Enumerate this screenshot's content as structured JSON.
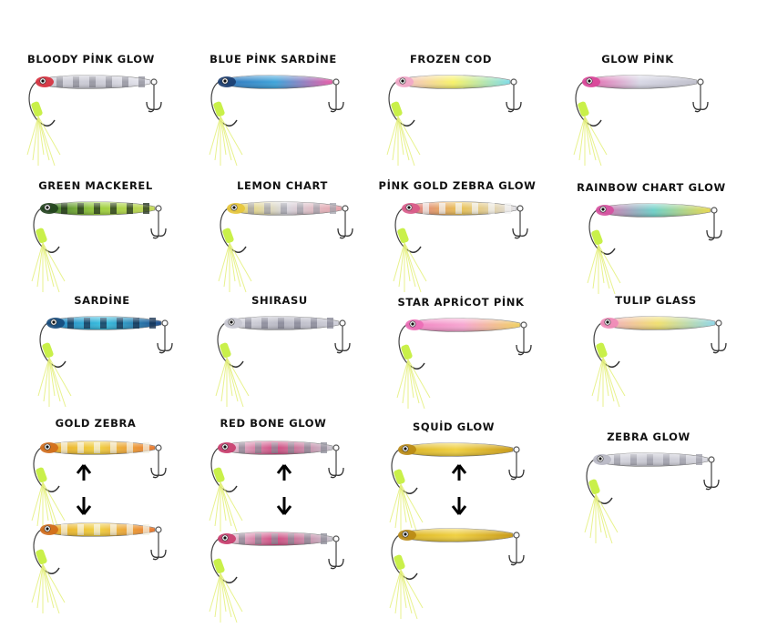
{
  "lures": [
    {
      "name": "BLOODY PİNK GLOW",
      "body": [
        "#d8d8e0",
        "#c9c9d4",
        "#e8e8f0"
      ],
      "head": "#d62b3a",
      "stripes": true,
      "stripeColor": "#8a8a96"
    },
    {
      "name": "BLUE PİNK SARDİNE",
      "body": [
        "#2e6fb8",
        "#3ea3d9",
        "#e85da8"
      ],
      "head": "#1b3c6e",
      "stripes": false,
      "stripeColor": "#1d2f5a"
    },
    {
      "name": "FROZEN COD",
      "body": [
        "#f4b8d8",
        "#f7f26a",
        "#7fdce8"
      ],
      "head": "#f2a6c8",
      "stripes": false,
      "stripeColor": "#ffffff"
    },
    {
      "name": "GLOW PİNK",
      "body": [
        "#e55aa8",
        "#d8d8e6",
        "#c0c0cc"
      ],
      "head": "#d94498",
      "stripes": false,
      "stripeColor": "#9a9aa8"
    },
    {
      "name": "GREEN MACKEREL",
      "body": [
        "#2f6b2a",
        "#9ccf3c",
        "#c4d95a"
      ],
      "head": "#20401c",
      "stripes": true,
      "stripeColor": "#1a2a14"
    },
    {
      "name": "LEMON CHART",
      "body": [
        "#f0d84a",
        "#d8d8e0",
        "#e8a0a8"
      ],
      "head": "#e6c53a",
      "stripes": true,
      "stripeColor": "#a0a0aa"
    },
    {
      "name": "PİNK GOLD ZEBRA GLOW",
      "body": [
        "#e07090",
        "#e8c050",
        "#e0e0e8"
      ],
      "head": "#d85a8a",
      "stripes": true,
      "stripeColor": "#f2f2f2"
    },
    {
      "name": "RAINBOW CHART GLOW",
      "body": [
        "#e86ab0",
        "#6fd0c8",
        "#e8d850"
      ],
      "head": "#d54f9e",
      "stripes": false,
      "stripeColor": "#ffffff"
    },
    {
      "name": "SARDİNE",
      "body": [
        "#1f78b8",
        "#38c0e0",
        "#1c4a8a"
      ],
      "head": "#15497a",
      "stripes": true,
      "stripeColor": "#0f2a4a"
    },
    {
      "name": "SHIRASU",
      "body": [
        "#e0e0e8",
        "#b8b8c4",
        "#d0d0da"
      ],
      "head": "#c8c8d2",
      "stripes": true,
      "stripeColor": "#808090"
    },
    {
      "name": "STAR APRİCOT PİNK",
      "body": [
        "#f080c0",
        "#f6a6d0",
        "#f0d060"
      ],
      "head": "#ec6cb6",
      "stripes": false,
      "stripeColor": "#ffffff"
    },
    {
      "name": "TULIP GLASS",
      "body": [
        "#f4a8cc",
        "#f0e070",
        "#8fd6e8"
      ],
      "head": "#f08ab8",
      "stripes": false,
      "stripeColor": "#ffffff"
    },
    {
      "name": "GOLD ZEBRA",
      "body": [
        "#e8a020",
        "#f0d040",
        "#e87830"
      ],
      "head": "#d06a1a",
      "stripes": true,
      "stripeColor": "#f4f0e0"
    },
    {
      "name": "RED BONE GLOW",
      "body": [
        "#e8e8ee",
        "#d04a80",
        "#c8c8d0"
      ],
      "head": "#c83a6a",
      "stripes": true,
      "stripeColor": "#8a8a96"
    },
    {
      "name": "SQUİD GLOW",
      "body": [
        "#d8b020",
        "#f0d040",
        "#c89a18"
      ],
      "head": "#b88814",
      "stripes": false,
      "stripeColor": "#f8e880"
    },
    {
      "name": "ZEBRA GLOW",
      "body": [
        "#e0e0e8",
        "#c8c8d2",
        "#d8d8e0"
      ],
      "head": "#b8b8c4",
      "stripes": true,
      "stripeColor": "#9a9aa6"
    }
  ]
}
